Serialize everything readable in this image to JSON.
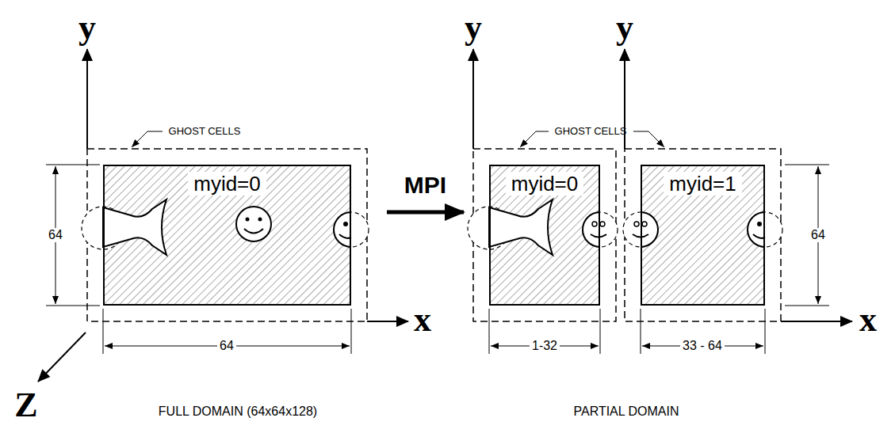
{
  "diagram": {
    "nodes": [
      {
        "text": [
          "myid=0"
        ]
      },
      {
        "text": [
          "myid=0"
        ]
      },
      {
        "text": [
          "myid=1"
        ]
      }
    ],
    "edges": [
      {
        "from": 0,
        "to": 1,
        "arrow": "to",
        "label": "MPI"
      }
    ],
    "labels": [
      "y",
      "GHOST CELLS",
      "64",
      "x",
      "64",
      "Z",
      "FULL DOMAIN (64x64x128)",
      "y",
      "y",
      "GHOST CELLS",
      "64",
      "x",
      "1-32",
      "33 - 64",
      "PARTIAL DOMAIN"
    ]
  }
}
